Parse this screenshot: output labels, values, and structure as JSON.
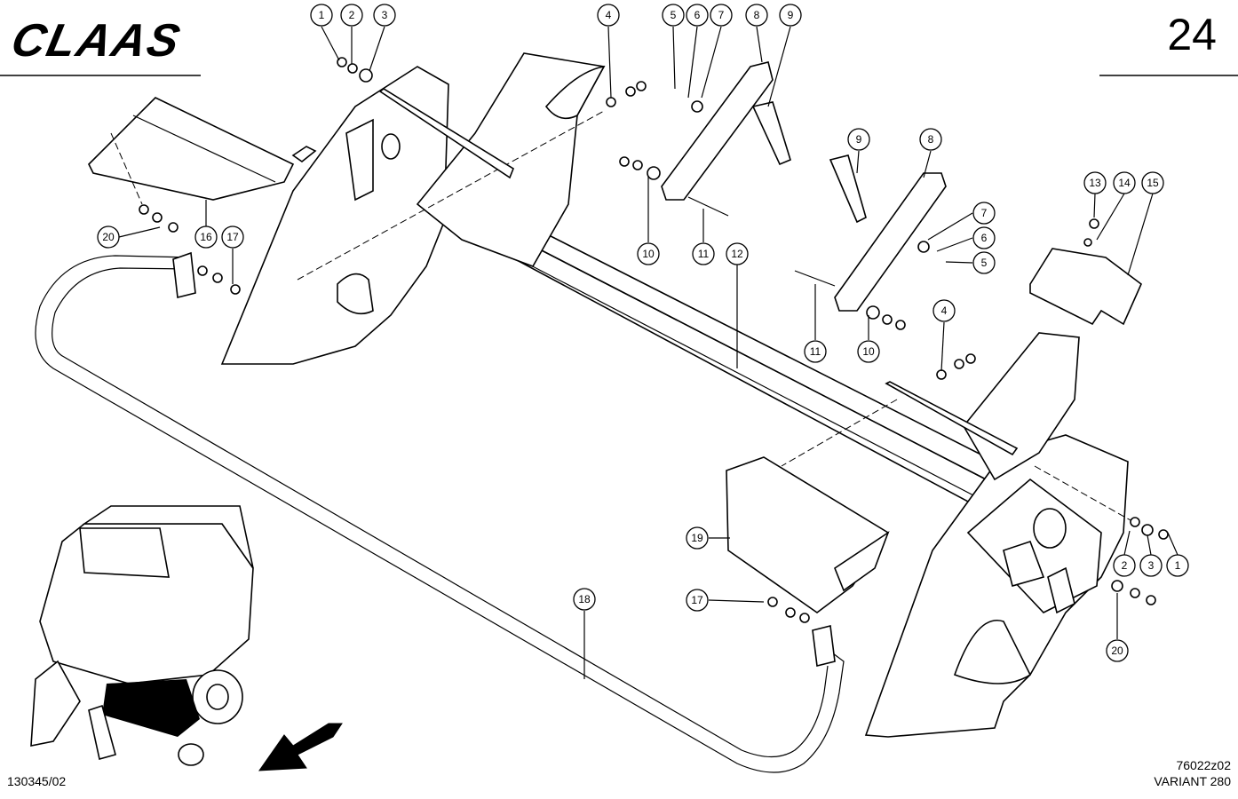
{
  "header": {
    "brand": "CLAAS",
    "page_number": "24"
  },
  "footer": {
    "doc_code": "130345/02",
    "drawing_ref": "76022z02",
    "model": "VARIANT 280"
  },
  "callouts": [
    {
      "id": "c1a",
      "label": "1"
    },
    {
      "id": "c2a",
      "label": "2"
    },
    {
      "id": "c3a",
      "label": "3"
    },
    {
      "id": "c4a",
      "label": "4"
    },
    {
      "id": "c5a",
      "label": "5"
    },
    {
      "id": "c6a",
      "label": "6"
    },
    {
      "id": "c7a",
      "label": "7"
    },
    {
      "id": "c8a",
      "label": "8"
    },
    {
      "id": "c9a",
      "label": "9"
    },
    {
      "id": "c9b",
      "label": "9"
    },
    {
      "id": "c8b",
      "label": "8"
    },
    {
      "id": "c7b",
      "label": "7"
    },
    {
      "id": "c6b",
      "label": "6"
    },
    {
      "id": "c5b",
      "label": "5"
    },
    {
      "id": "c13",
      "label": "13"
    },
    {
      "id": "c14",
      "label": "14"
    },
    {
      "id": "c15",
      "label": "15"
    },
    {
      "id": "c10a",
      "label": "10"
    },
    {
      "id": "c11a",
      "label": "11"
    },
    {
      "id": "c12",
      "label": "12"
    },
    {
      "id": "c20a",
      "label": "20"
    },
    {
      "id": "c16",
      "label": "16"
    },
    {
      "id": "c17a",
      "label": "17"
    },
    {
      "id": "c11b",
      "label": "11"
    },
    {
      "id": "c10b",
      "label": "10"
    },
    {
      "id": "c4b",
      "label": "4"
    },
    {
      "id": "c19",
      "label": "19"
    },
    {
      "id": "c17b",
      "label": "17"
    },
    {
      "id": "c18",
      "label": "18"
    },
    {
      "id": "c2b",
      "label": "2"
    },
    {
      "id": "c3b",
      "label": "3"
    },
    {
      "id": "c1b",
      "label": "1"
    },
    {
      "id": "c20b",
      "label": "20"
    }
  ]
}
